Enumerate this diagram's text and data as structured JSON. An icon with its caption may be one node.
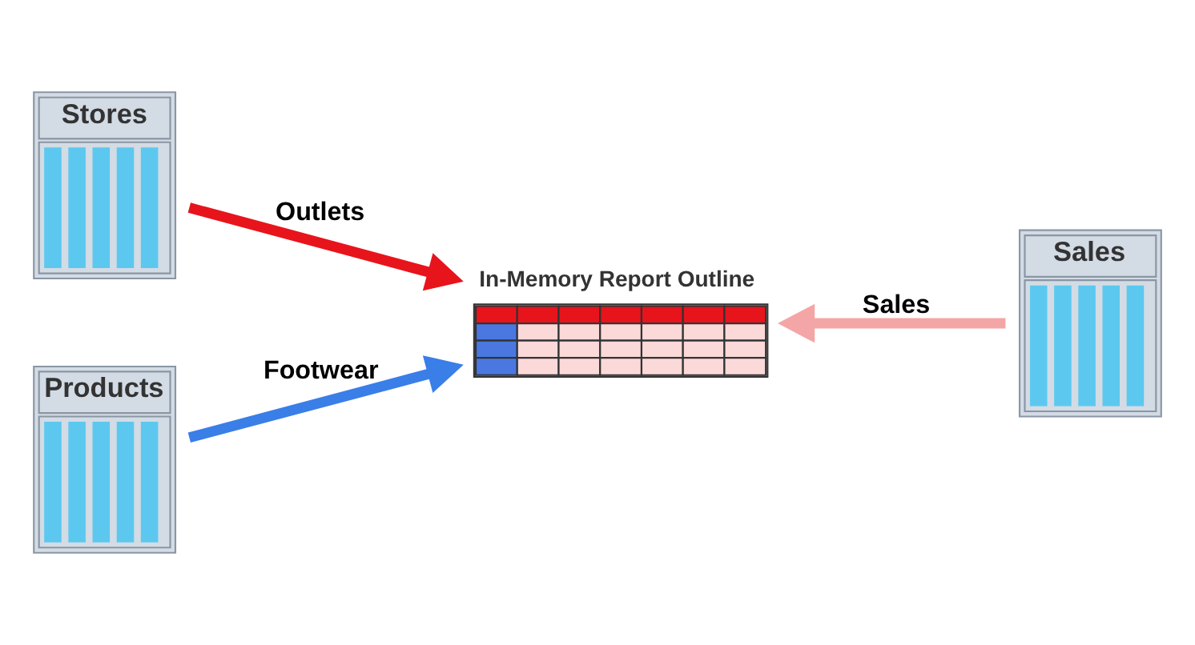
{
  "diagram": {
    "nodes": [
      {
        "text": [
          "Stores"
        ]
      },
      {
        "text": [
          "Products"
        ]
      },
      {
        "text": [
          "In-Memory Report Outline"
        ]
      },
      {
        "text": [
          "Sales"
        ]
      }
    ],
    "edges": [
      {
        "from": 0,
        "to": 2,
        "arrow": "to",
        "label": "Outlets",
        "color": "#e8141c"
      },
      {
        "from": 1,
        "to": 2,
        "arrow": "to",
        "label": "Footwear",
        "color": "#3a7ee8"
      },
      {
        "from": 3,
        "to": 2,
        "arrow": "to",
        "label": "Sales",
        "color": "#f4a6a6"
      }
    ]
  }
}
